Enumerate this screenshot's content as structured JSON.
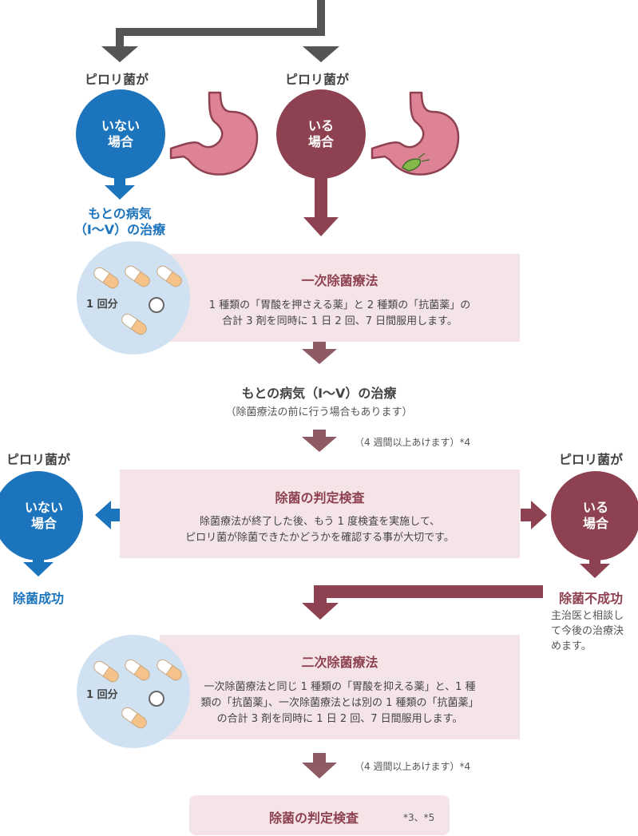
{
  "top_left": {
    "title": "ピロリ菌が",
    "circle_line1": "いない",
    "circle_line2": "場合",
    "result_line1": "もとの病気",
    "result_line2": "（Ⅰ～Ⅴ）の治療"
  },
  "top_right": {
    "title": "ピロリ菌が",
    "circle_line1": "いる",
    "circle_line2": "場合"
  },
  "first_therapy": {
    "dose_label": "1 回分",
    "title": "一次除菌療法",
    "body_line1": "1 種類の「胃酸を押さえる薬」と 2 種類の「抗菌薬」の",
    "body_line2": "合計 3 剤を同時に 1 日 2 回、7 日間服用します。"
  },
  "original_disease": {
    "title": "もとの病気（Ⅰ～Ⅴ）の治療",
    "sub": "（除菌療法の前に行う場合もあります）"
  },
  "wait_note_1": "（4 週間以上あけます）*4",
  "exam_1": {
    "title": "除菌の判定検査",
    "body_line1": "除菌療法が終了した後、もう 1 度検査を実施して、",
    "body_line2": "ピロリ菌が除菌できたかどうかを確認する事が大切です。"
  },
  "mid_left": {
    "title": "ピロリ菌が",
    "circle_line1": "いない",
    "circle_line2": "場合",
    "result": "除菌成功"
  },
  "mid_right": {
    "title": "ピロリ菌が",
    "circle_line1": "いる",
    "circle_line2": "場合",
    "result": "除菌不成功",
    "note_line1": "主治医と相談し",
    "note_line2": "て今後の治療決",
    "note_line3": "めます。"
  },
  "second_therapy": {
    "dose_label": "1 回分",
    "title": "二次除菌療法",
    "body_line1": "一次除菌療法と同じ 1 種類の「胃酸を抑える薬」と、1 種",
    "body_line2": "類の「抗菌薬」、一次除菌療法とは別の 1 種類の「抗菌薬」",
    "body_line3": "の合計 3 剤を同時に 1 日 2 回、7 日間服用します。"
  },
  "wait_note_2": "（4 週間以上あけます）*4",
  "exam_2": {
    "title": "除菌の判定検査",
    "note": "*3、*5"
  },
  "colors": {
    "blue": "#1c74bd",
    "wine": "#8e4251",
    "pink_box": "#f5e4e7",
    "grey": "#555555",
    "pill_bg": "#d0e2f2",
    "stomach": "#de8296"
  }
}
